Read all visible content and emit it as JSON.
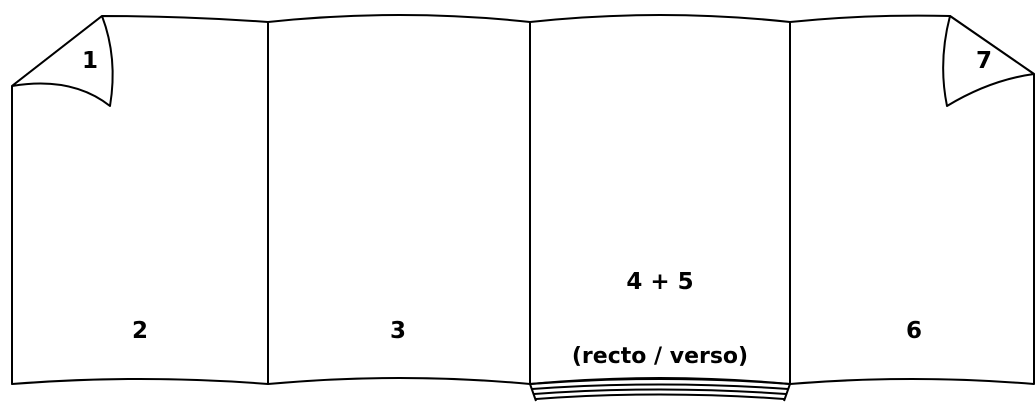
{
  "pages": {
    "p1": "1",
    "p2": "2",
    "p3": "3",
    "p45": "4 + 5",
    "p45_note": "(recto / verso)",
    "p6": "6",
    "p7": "7"
  },
  "colors": {
    "stroke": "#000000",
    "background": "#ffffff"
  }
}
